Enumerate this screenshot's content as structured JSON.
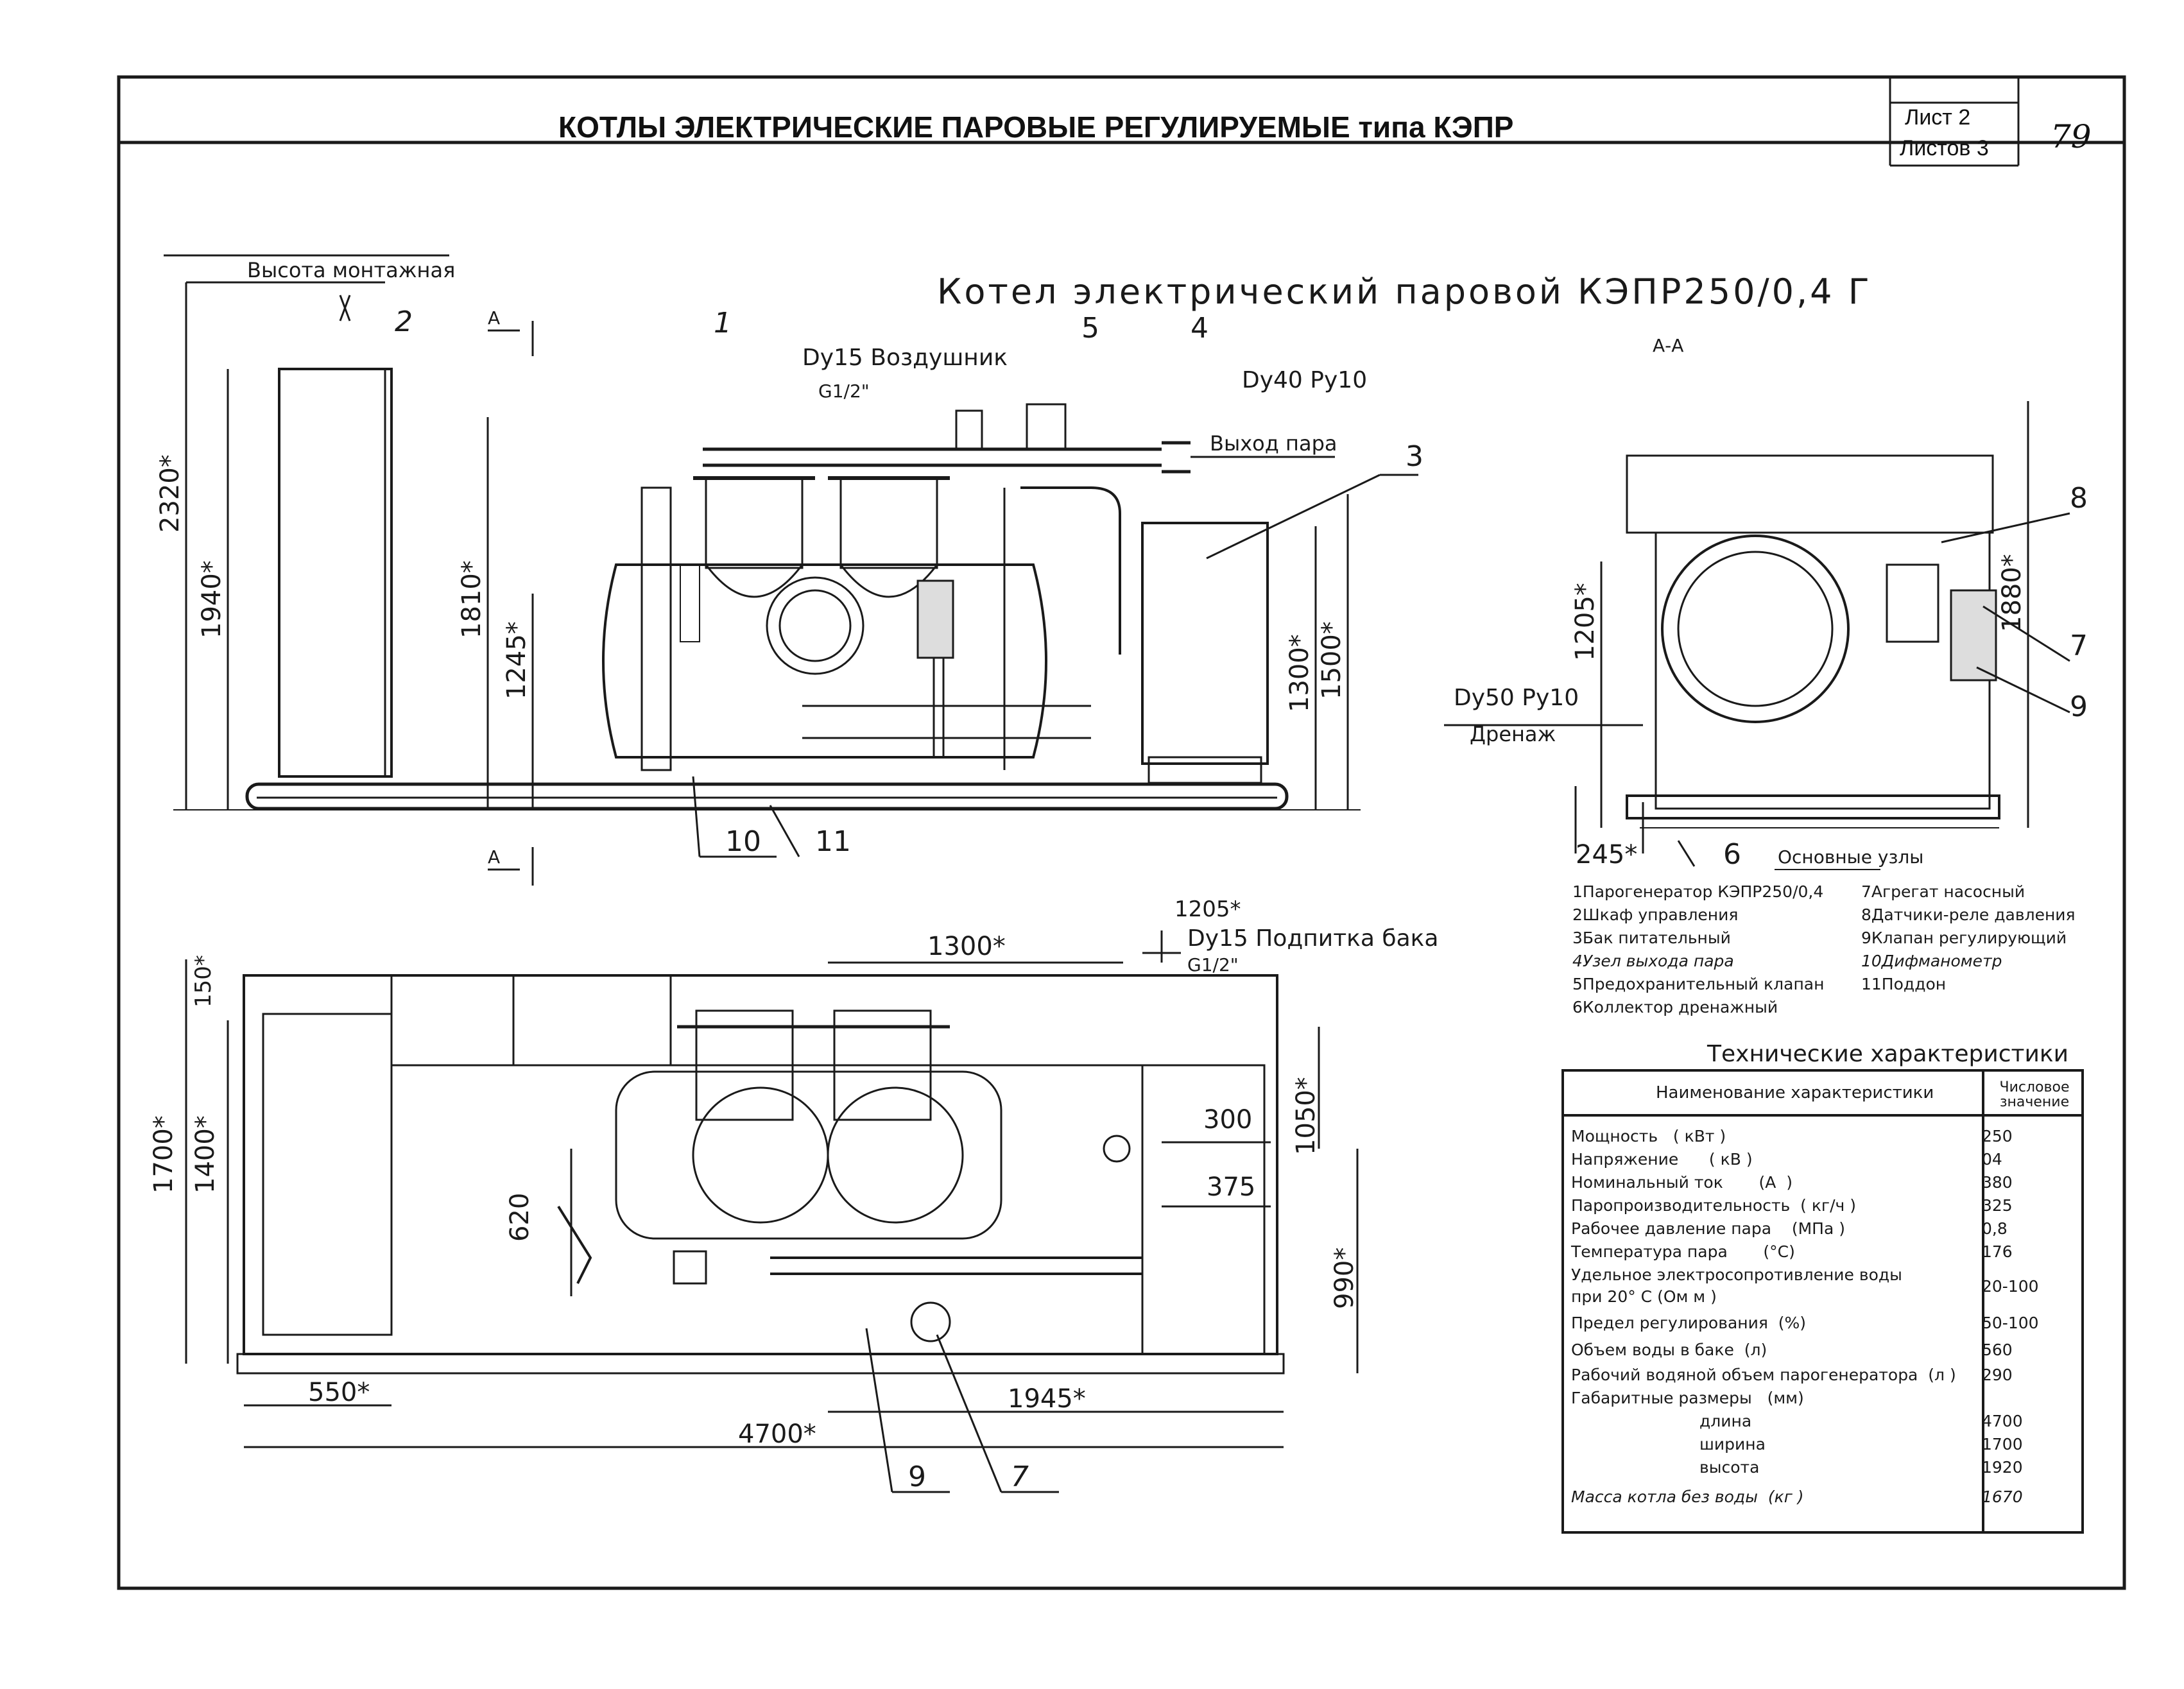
{
  "header": {
    "title": "КОТЛЫ ЭЛЕКТРИЧЕСКИЕ ПАРОВЫЕ РЕГУЛИРУЕМЫЕ типа КЭПР",
    "sheet": "Лист 2",
    "sheets_total": "Листов 3",
    "page_number": "79"
  },
  "drawing": {
    "title": "Котел электрический паровой КЭПР250/0,4 Г",
    "section_mark": "А",
    "section_view": "А-А",
    "labels": {
      "mount_height": "Высота монтажная",
      "air_vent": "Dy15 Воздушник",
      "air_vent_thread": "G1/2\"",
      "steam_outlet": "Dy40 Py10",
      "steam_outlet_name": "Выход пара",
      "drain": "Dy50 Py10",
      "drain_name": "Дренаж",
      "makeup": "Dy15 Подпитка бака",
      "makeup_thread": "G1/2\""
    },
    "dims_front": {
      "h2320": "2320*",
      "h1940": "1940*",
      "h1810": "1810*",
      "h1245": "1245*",
      "h1300": "1300*",
      "h1500": "1500*"
    },
    "dims_side": {
      "h1205": "1205*",
      "h1880": "1880*",
      "w245": "245*"
    },
    "dims_plan": {
      "d150": "150*",
      "d1700": "1700*",
      "d1400": "1400*",
      "d620": "620",
      "d550": "550*",
      "d4700": "4700*",
      "d1300": "1300*",
      "d1205": "1205*",
      "d1945": "1945*",
      "d300": "300",
      "d375": "375",
      "d1050": "1050*",
      "d990": "990*"
    },
    "callouts": {
      "c1": "1",
      "c2": "2",
      "c3": "3",
      "c4": "4",
      "c5": "5",
      "c6": "6",
      "c7": "7",
      "c8": "8",
      "c9": "9",
      "c10": "10",
      "c11": "11"
    }
  },
  "main_units": {
    "title": "Основные узлы",
    "left": [
      "1Парогенератор КЭПР250/0,4",
      "2Шкаф управления",
      "3Бак питательный",
      "4Узел выхода пара",
      "5Предохранительный клапан",
      "6Коллектор дренажный"
    ],
    "right": [
      "7Агрегат насосный",
      "8Датчики-реле давления",
      "9Клапан регулирующий",
      "10Дифманометр",
      "11Поддон"
    ]
  },
  "specs": {
    "title": "Технические характеристики",
    "col_name": "Наименование характеристики",
    "col_value": "Числовое значение",
    "rows": [
      {
        "name": "Мощность   ( кВт )",
        "value": "250"
      },
      {
        "name": "Напряжение      ( кВ )",
        "value": "04"
      },
      {
        "name": "Номинальный ток       (А  )",
        "value": "380"
      },
      {
        "name": "Паропроизводительность  ( кг/ч )",
        "value": "325"
      },
      {
        "name": "Рабочее давление пара    (МПа )",
        "value": "0,8"
      },
      {
        "name": "Температура пара       (°С)",
        "value": "176"
      },
      {
        "name": "Удельное электросопротивление воды при 20° С      (Ом м )",
        "value": "20-100"
      },
      {
        "name": "Предел регулирования  (%)",
        "value": "50-100"
      },
      {
        "name": "Объем воды в баке  (л)",
        "value": "560"
      },
      {
        "name": "Рабочий водяной объем парогенератора  (л )",
        "value": "290"
      },
      {
        "name": "Габаритные размеры   (мм)",
        "value": ""
      },
      {
        "name": "длина",
        "value": "4700"
      },
      {
        "name": "ширина",
        "value": "1700"
      },
      {
        "name": "высота",
        "value": "1920"
      },
      {
        "name": "Масса котла без воды  (кг )",
        "value": "1670"
      }
    ]
  }
}
